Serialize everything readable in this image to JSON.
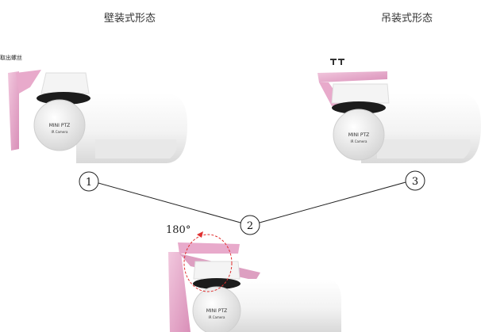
{
  "captions": {
    "wall": "壁装式形态",
    "ceiling": "吊装式形态"
  },
  "note": {
    "remove_screws": "取出螺丝"
  },
  "rotation": {
    "angle": "180°"
  },
  "steps": [
    "1",
    "2",
    "3"
  ],
  "camera": {
    "brand": "MINI PTZ",
    "model": "IR Camera"
  },
  "colors": {
    "bracket": "#e9b2cf",
    "body": "#f1f1f1",
    "lens_ring": "#1c1c1c",
    "arrow": "#e03030"
  }
}
